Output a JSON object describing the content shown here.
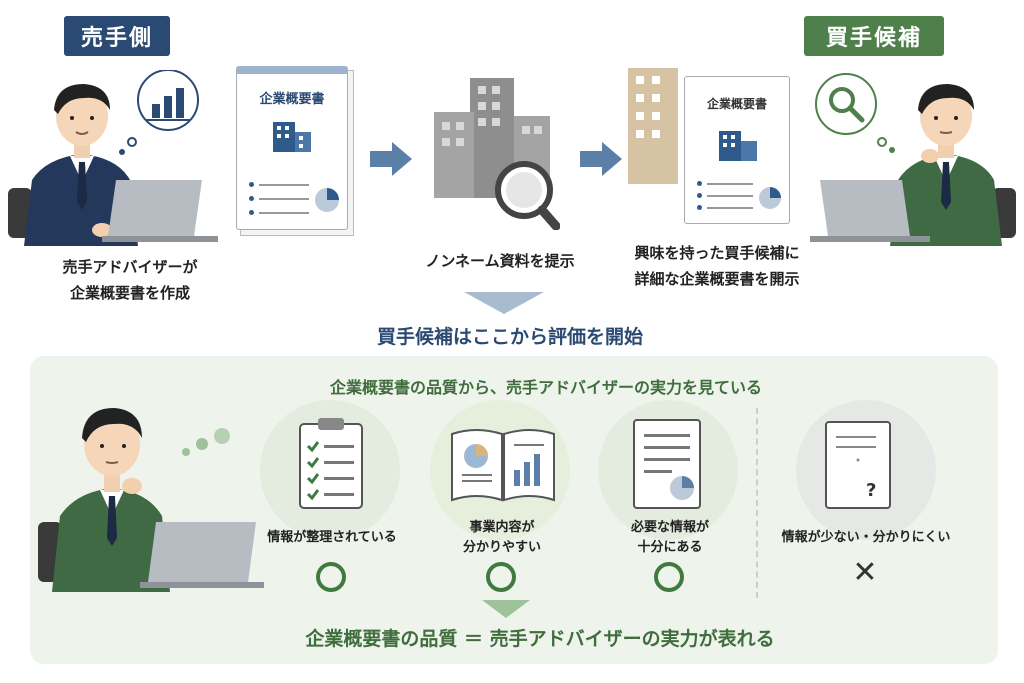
{
  "seller_tag": "売手側",
  "buyer_tag": "買手候補",
  "seller_doc_title": "企業概要書",
  "buyer_doc_title": "企業概要書",
  "step1_caption": [
    "売手アドバイザーが",
    "企業概要書を作成"
  ],
  "step2_caption": "ノンネーム資料を提示",
  "step3_caption": [
    "興味を持った買手候補に",
    "詳細な企業概要書を開示"
  ],
  "evaluation_heading": "買手候補はここから評価を開始",
  "panel": {
    "heading": "企業概要書の品質から、売手アドバイザーの実力を見ている",
    "items": [
      {
        "label": [
          "情報が整理されている"
        ],
        "mark": "○"
      },
      {
        "label": [
          "事業内容が",
          "分かりやすい"
        ],
        "mark": "○"
      },
      {
        "label": [
          "必要な情報が",
          "十分にある"
        ],
        "mark": "○"
      },
      {
        "label": [
          "情報が少ない・分かりにくい"
        ],
        "mark": "✕"
      }
    ],
    "conclusion": "企業概要書の品質 ＝ 売手アドバイザーの実力が表れる",
    "question_mark": "?"
  },
  "colors": {
    "navy": "#2b4a73",
    "green": "#4f7f4a",
    "dark_green_text": "#3f6e3c",
    "panel_bg": "#eef3ec",
    "arrow_blue": "#5b7fa6"
  }
}
